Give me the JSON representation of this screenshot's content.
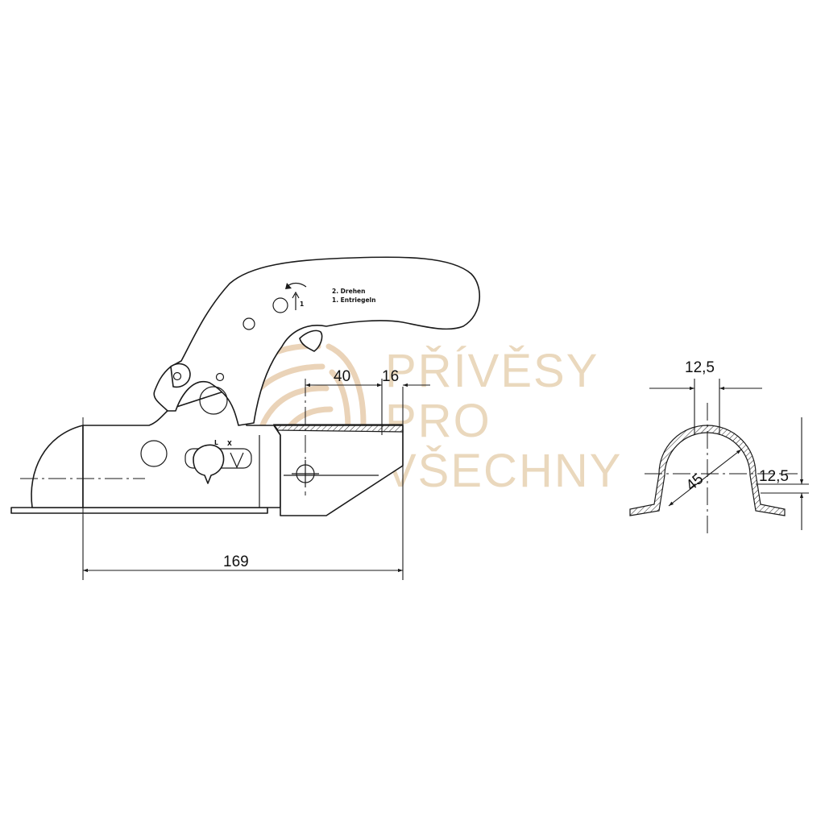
{
  "watermark": {
    "lines": [
      "PŘÍVĚSY",
      "PRO",
      "VŠECHNY"
    ],
    "color": "#ead8bd",
    "logo_color": "#ead3b8"
  },
  "handle_text": {
    "line1": "2. Drehen",
    "line2": "1. Entriegeln",
    "arrow_label": "1"
  },
  "lock_letters": {
    "left": "L",
    "right": "X"
  },
  "dimensions": {
    "width_40": "40",
    "width_16": "16",
    "length_169": "169",
    "profile_top": "12,5",
    "profile_side": "12,5",
    "profile_diameter": "45"
  },
  "colors": {
    "line": "#1a1a1a",
    "background": "#ffffff"
  }
}
